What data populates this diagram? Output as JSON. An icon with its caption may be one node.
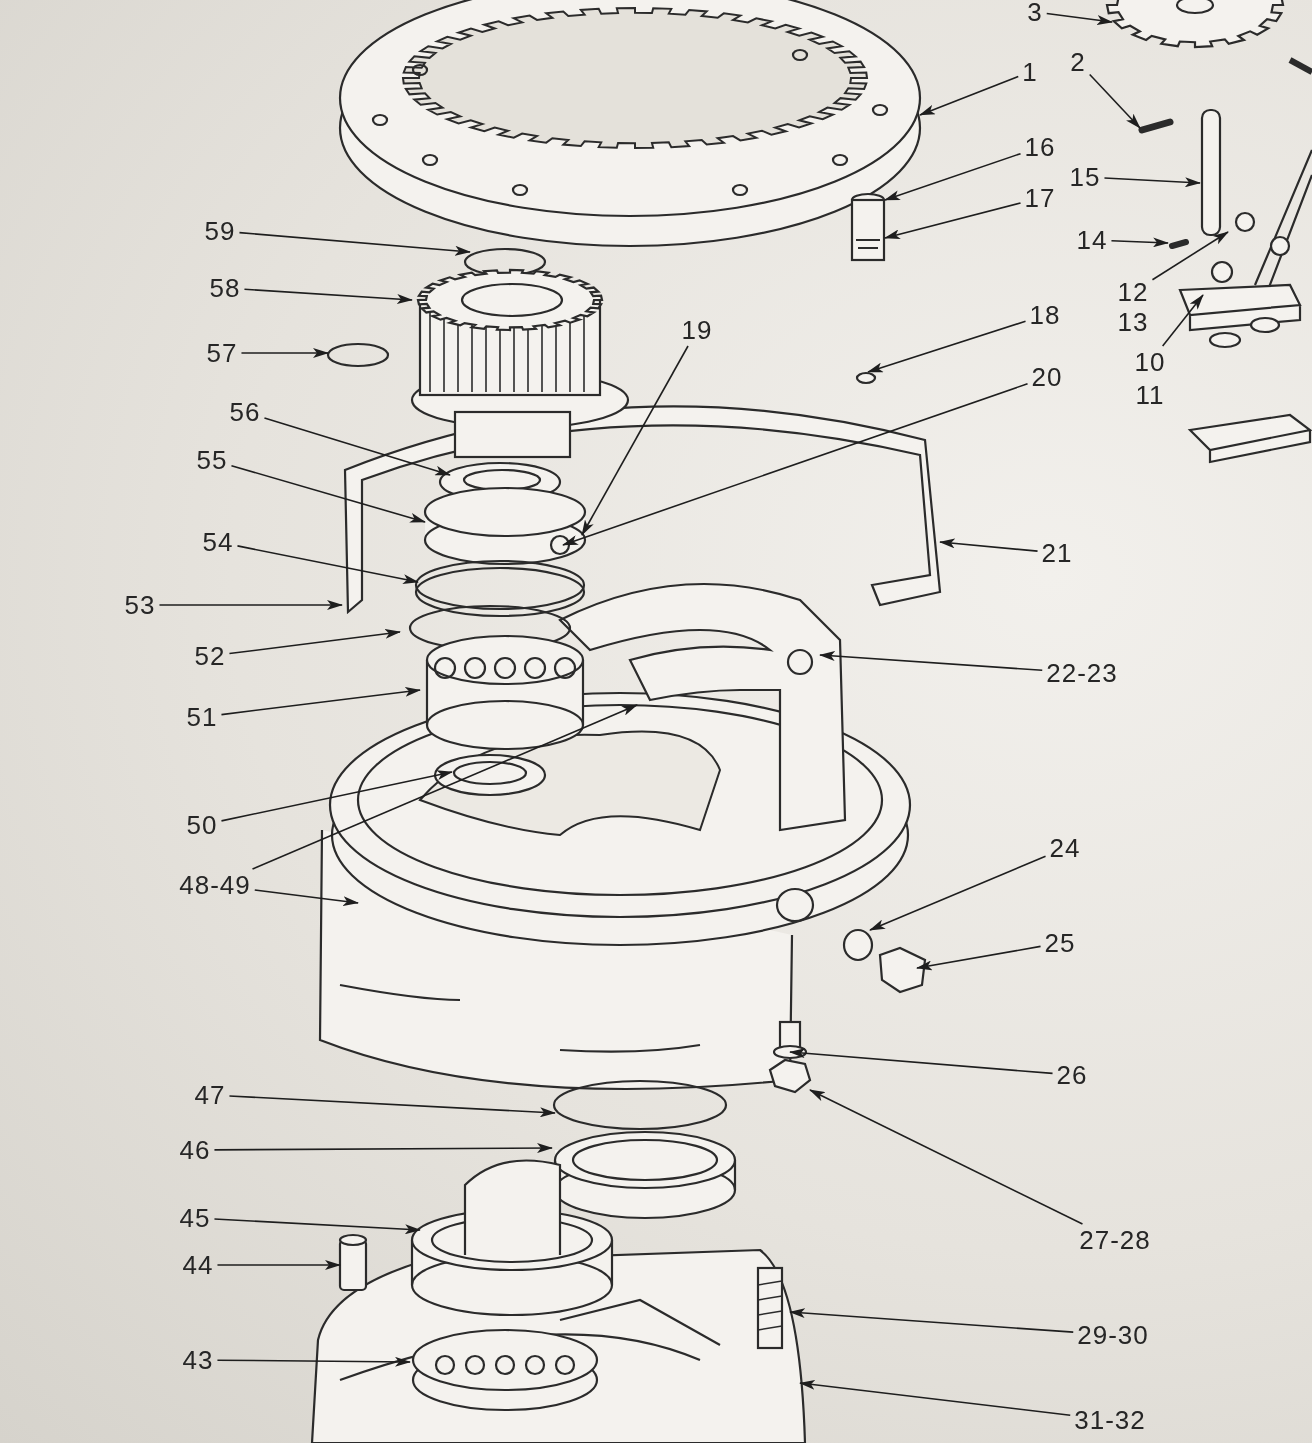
{
  "diagram": {
    "nodes": [
      {
        "text": [
          "3"
        ]
      },
      {
        "text": [
          "1"
        ]
      },
      {
        "text": [
          "2"
        ]
      },
      {
        "text": [
          "16"
        ]
      },
      {
        "text": [
          "15"
        ]
      },
      {
        "text": [
          "17"
        ]
      },
      {
        "text": [
          "14"
        ]
      },
      {
        "text": [
          "59"
        ]
      },
      {
        "text": [
          "12"
        ]
      },
      {
        "text": [
          "58"
        ]
      },
      {
        "text": [
          "19"
        ]
      },
      {
        "text": [
          "18"
        ]
      },
      {
        "text": [
          "10"
        ]
      },
      {
        "text": [
          "57"
        ]
      },
      {
        "text": [
          "20"
        ]
      },
      {
        "text": [
          "56"
        ]
      },
      {
        "text": [
          "55"
        ]
      },
      {
        "text": [
          "54"
        ]
      },
      {
        "text": [
          "21"
        ]
      },
      {
        "text": [
          "53"
        ]
      },
      {
        "text": [
          "52"
        ]
      },
      {
        "text": [
          "22-23"
        ]
      },
      {
        "text": [
          "51"
        ]
      },
      {
        "text": [
          "50"
        ]
      },
      {
        "text": [
          "24"
        ]
      },
      {
        "text": [
          "48-49"
        ]
      },
      {
        "text": [
          "25"
        ]
      },
      {
        "text": [
          "26"
        ]
      },
      {
        "text": [
          "47"
        ]
      },
      {
        "text": [
          "46"
        ]
      },
      {
        "text": [
          "45"
        ]
      },
      {
        "text": [
          "27-28"
        ]
      },
      {
        "text": [
          "44"
        ]
      },
      {
        "text": [
          "29-30"
        ]
      },
      {
        "text": [
          "43"
        ]
      },
      {
        "text": [
          "31-32"
        ]
      },
      {
        "text": [],
        "shape": "picture"
      },
      {
        "text": [],
        "shape": "picture"
      }
    ],
    "edges": [
      {
        "from": 0,
        "to": 36,
        "arrow": "to"
      },
      {
        "from": 1,
        "to": null,
        "arrow": "to"
      },
      {
        "from": 2,
        "to": null,
        "arrow": "to"
      },
      {
        "from": 3,
        "to": null,
        "arrow": "to"
      },
      {
        "from": 4,
        "to": null,
        "arrow": "to"
      },
      {
        "from": 5,
        "to": null,
        "arrow": "to"
      },
      {
        "from": 6,
        "to": 37,
        "arrow": "to"
      },
      {
        "from": 7,
        "to": null,
        "arrow": "to"
      },
      {
        "from": 8,
        "to": null,
        "arrow": "to"
      },
      {
        "from": 9,
        "to": null,
        "arrow": "to"
      },
      {
        "from": 10,
        "to": null,
        "arrow": "to"
      },
      {
        "from": 11,
        "to": null,
        "arrow": "to"
      },
      {
        "from": 12,
        "to": null,
        "arrow": "to"
      },
      {
        "from": 13,
        "to": null,
        "arrow": "to"
      },
      {
        "from": 14,
        "to": null,
        "arrow": "to"
      },
      {
        "from": 15,
        "to": null,
        "arrow": "to"
      },
      {
        "from": 16,
        "to": null,
        "arrow": "to"
      },
      {
        "from": 17,
        "to": null,
        "arrow": "to"
      },
      {
        "from": 18,
        "to": null,
        "arrow": "to"
      },
      {
        "from": 19,
        "to": null,
        "arrow": "to"
      },
      {
        "from": 20,
        "to": null,
        "arrow": "to"
      },
      {
        "from": 21,
        "to": null,
        "arrow": "to"
      },
      {
        "from": 22,
        "to": null,
        "arrow": "to"
      },
      {
        "from": 23,
        "to": null,
        "arrow": "to"
      },
      {
        "from": 24,
        "to": null,
        "arrow": "to"
      },
      {
        "from": 25,
        "to": null,
        "arrow": "to"
      },
      {
        "from": 25,
        "to": null,
        "arrow": "to"
      },
      {
        "from": 26,
        "to": null,
        "arrow": "to"
      },
      {
        "from": 27,
        "to": null,
        "arrow": "to"
      },
      {
        "from": 28,
        "to": null,
        "arrow": "to"
      },
      {
        "from": 29,
        "to": null,
        "arrow": "to"
      },
      {
        "from": 30,
        "to": null,
        "arrow": "to"
      },
      {
        "from": 31,
        "to": null,
        "arrow": "to"
      },
      {
        "from": 32,
        "to": null,
        "arrow": "to"
      },
      {
        "from": 33,
        "to": null,
        "arrow": "to"
      },
      {
        "from": 34,
        "to": null,
        "arrow": "to"
      },
      {
        "from": 35,
        "to": null,
        "arrow": "to"
      }
    ],
    "labels": [
      "13",
      "11"
    ]
  }
}
